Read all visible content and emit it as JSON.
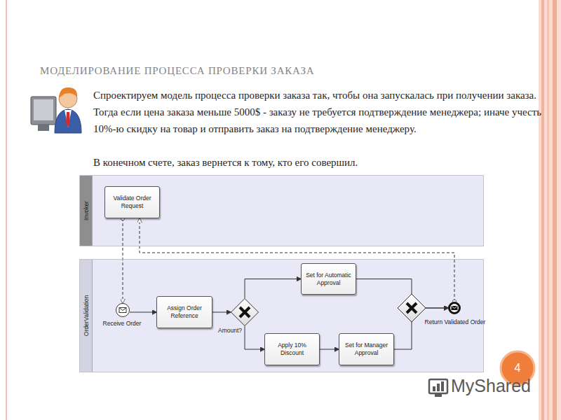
{
  "diagram": {
    "title": "МОДЕЛИРОВАНИЕ ПРОЦЕССА ПРОВЕРКИ ЗАКАЗА",
    "nodes": [
      {
        "text": [
          "Invoker"
        ]
      },
      {
        "text": [
          "Validate Order Request"
        ],
        "in": 0
      },
      {
        "text": [
          "OrderValidation"
        ]
      },
      {
        "text": [
          "Receive Order"
        ],
        "in": 2
      },
      {
        "text": [
          "Assign Order Reference"
        ],
        "in": 2
      },
      {
        "text": [
          "Amount?"
        ],
        "in": 2
      },
      {
        "text": [
          "Set for Automatic Approval"
        ],
        "in": 2
      },
      {
        "text": [
          "Apply 10% Discount"
        ],
        "in": 2
      },
      {
        "text": [
          "Set for Manager Approval"
        ],
        "in": 2
      },
      {
        "text": [
          "Return Validated Order"
        ],
        "in": 2
      }
    ],
    "edges": [
      {
        "from": 1,
        "to": 3,
        "arrow": "to"
      },
      {
        "from": 3,
        "to": 4,
        "arrow": "to"
      },
      {
        "from": 4,
        "to": 5,
        "arrow": "to"
      },
      {
        "from": 5,
        "to": 6,
        "arrow": "to"
      },
      {
        "from": 5,
        "to": 7,
        "arrow": "to"
      },
      {
        "from": 7,
        "to": 8,
        "arrow": "to"
      },
      {
        "from": 6,
        "to": 9,
        "arrow": "to"
      },
      {
        "from": 8,
        "to": 9,
        "arrow": "to"
      },
      {
        "from": 9,
        "to": 1,
        "arrow": "to"
      }
    ],
    "labels": [
      "Спроектируем модель процесса проверки заказа так, чтобы она запускалась при получении заказа. Тогда если цена заказа меньше 5000$ - заказу не требуется подтверждение менеджера; иначе учесть 10%-ю скидку на товар и отправить заказ на подтверждение менеджеру.",
      "В конечном счете, заказ вернется к тому, кто его совершил.",
      "4",
      "MyShared"
    ]
  }
}
